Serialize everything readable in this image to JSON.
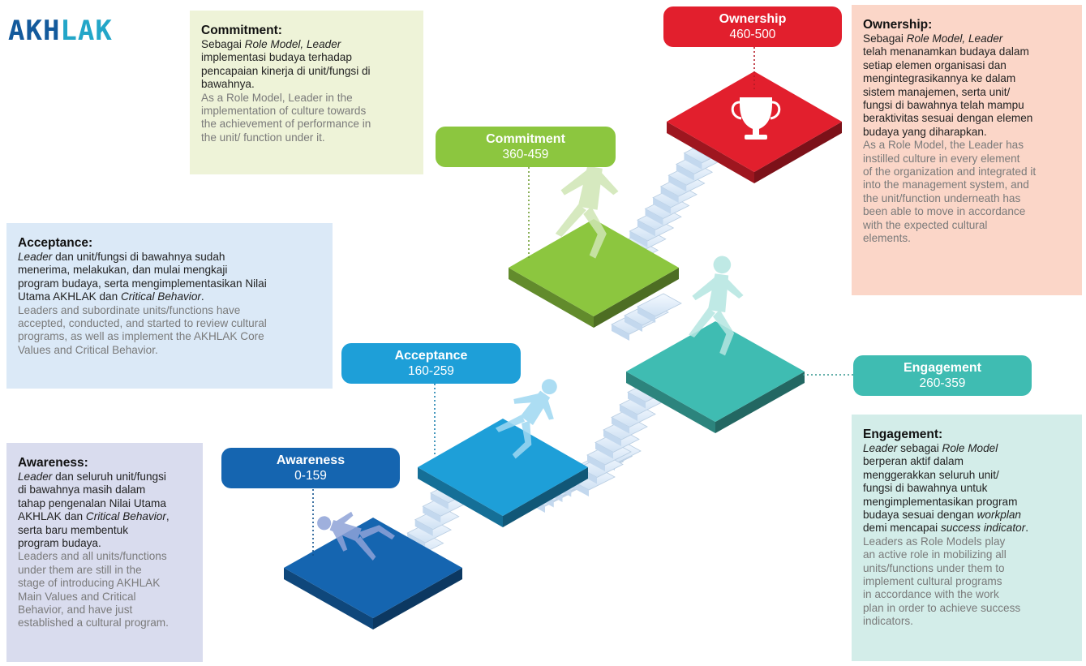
{
  "logo": {
    "part1": "AKH",
    "part2": "LAK"
  },
  "colors": {
    "awareness": "#1565b0",
    "acceptance": "#1e9fd8",
    "engagement": "#3fbcb2",
    "commitment": "#8cc63f",
    "ownership": "#e21f2d"
  },
  "levels": [
    {
      "key": "awareness",
      "name": "Awareness",
      "range": "0-159",
      "heading": "Awareness:",
      "id_lines": [
        [
          {
            "t": "Leader",
            "i": true
          },
          {
            "t": " dan seluruh unit/fungsi"
          }
        ],
        [
          {
            "t": "di bawahnya masih dalam"
          }
        ],
        [
          {
            "t": "tahap pengenalan Nilai Utama"
          }
        ],
        [
          {
            "t": "AKHLAK dan "
          },
          {
            "t": "Critical Behavior",
            "i": true
          },
          {
            "t": ","
          }
        ],
        [
          {
            "t": "serta baru membentuk"
          }
        ],
        [
          {
            "t": "program budaya."
          }
        ]
      ],
      "en_lines": [
        "Leaders and all units/functions",
        "under them are still in the",
        "stage of introducing AKHLAK",
        "Main Values and Critical",
        "Behavior, and have just",
        "established a cultural program."
      ]
    },
    {
      "key": "acceptance",
      "name": "Acceptance",
      "range": "160-259",
      "heading": "Acceptance:",
      "id_lines": [
        [
          {
            "t": "Leader",
            "i": true
          },
          {
            "t": " dan unit/fungsi di bawahnya sudah"
          }
        ],
        [
          {
            "t": "menerima, melakukan, dan mulai mengkaji"
          }
        ],
        [
          {
            "t": "program budaya, serta mengimplementasikan Nilai"
          }
        ],
        [
          {
            "t": "Utama AKHLAK dan "
          },
          {
            "t": "Critical Behavior",
            "i": true
          },
          {
            "t": "."
          }
        ]
      ],
      "en_lines": [
        "Leaders and subordinate units/functions have",
        "accepted, conducted, and started to review cultural",
        "programs, as well as implement the AKHLAK Core",
        "Values and Critical Behavior."
      ]
    },
    {
      "key": "engagement",
      "name": "Engagement",
      "range": "260-359",
      "heading": "Engagement:",
      "id_lines": [
        [
          {
            "t": "Leader",
            "i": true
          },
          {
            "t": " sebagai "
          },
          {
            "t": "Role Model",
            "i": true
          }
        ],
        [
          {
            "t": "berperan aktif dalam"
          }
        ],
        [
          {
            "t": "menggerakkan seluruh unit/"
          }
        ],
        [
          {
            "t": "fungsi di bawahnya untuk"
          }
        ],
        [
          {
            "t": "mengimplementasikan program"
          }
        ],
        [
          {
            "t": "budaya sesuai dengan "
          },
          {
            "t": "workplan",
            "i": true
          }
        ],
        [
          {
            "t": "demi mencapai "
          },
          {
            "t": "success indicator",
            "i": true
          },
          {
            "t": "."
          }
        ]
      ],
      "en_lines": [
        "Leaders as Role Models play",
        "an active role in mobilizing all",
        "units/functions under them to",
        "implement cultural programs",
        "in accordance with the work",
        "plan in order to achieve success",
        "indicators."
      ]
    },
    {
      "key": "commitment",
      "name": "Commitment",
      "range": "360-459",
      "heading": "Commitment:",
      "id_lines": [
        [
          {
            "t": "Sebagai "
          },
          {
            "t": "Role Model, Leader",
            "i": true
          }
        ],
        [
          {
            "t": "implementasi budaya terhadap"
          }
        ],
        [
          {
            "t": "pencapaian kinerja di unit/fungsi di"
          }
        ],
        [
          {
            "t": "bawahnya."
          }
        ]
      ],
      "en_lines": [
        "As a Role Model, Leader in the",
        "implementation of culture towards",
        "the achievement of performance in",
        "the unit/ function under it."
      ]
    },
    {
      "key": "ownership",
      "name": "Ownership",
      "range": "460-500",
      "heading": "Ownership:",
      "id_lines": [
        [
          {
            "t": "Sebagai "
          },
          {
            "t": "Role Model, Leader",
            "i": true
          }
        ],
        [
          {
            "t": "telah menanamkan budaya dalam"
          }
        ],
        [
          {
            "t": "setiap elemen organisasi dan"
          }
        ],
        [
          {
            "t": "mengintegrasikannya ke dalam"
          }
        ],
        [
          {
            "t": "sistem manajemen, serta unit/"
          }
        ],
        [
          {
            "t": "fungsi di bawahnya telah mampu"
          }
        ],
        [
          {
            "t": "beraktivitas sesuai dengan elemen"
          }
        ],
        [
          {
            "t": "budaya yang diharapkan."
          }
        ]
      ],
      "en_lines": [
        "As a Role Model, the Leader has",
        "instilled culture in every element",
        "of the organization and integrated it",
        "into the management system, and",
        "the unit/function underneath has",
        "been able to move in accordance",
        "with the expected cultural",
        "elements."
      ]
    }
  ]
}
